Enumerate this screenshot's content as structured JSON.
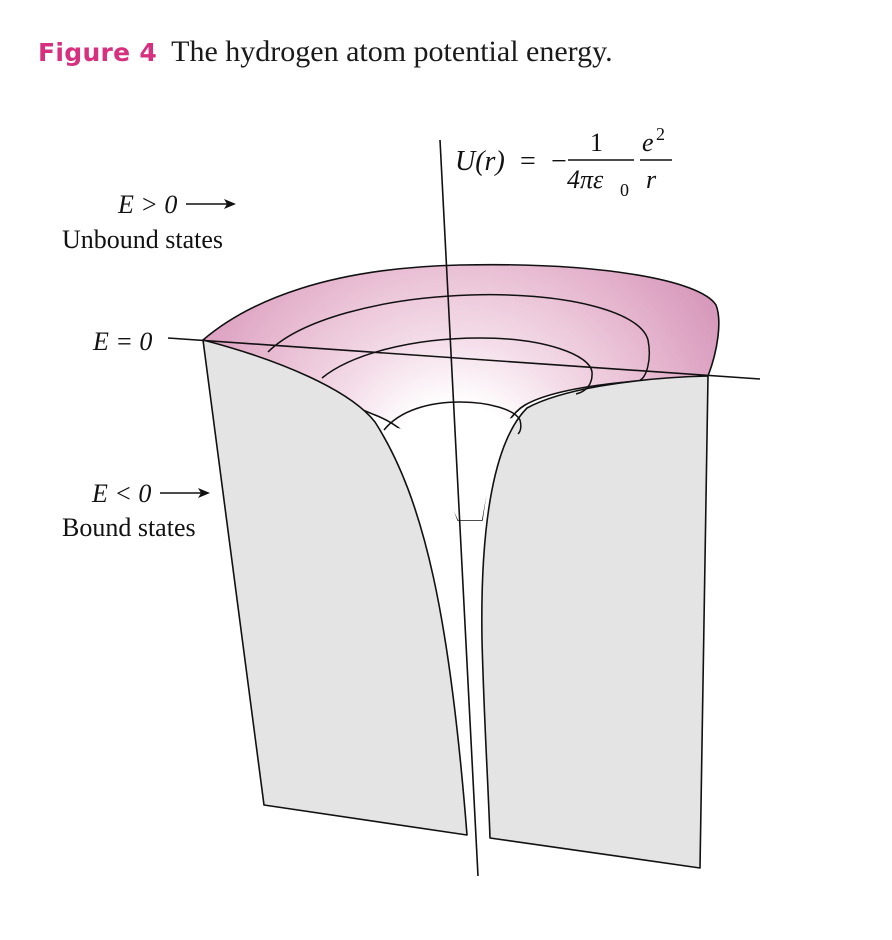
{
  "figure": {
    "number": "Figure 4",
    "title": "The hydrogen atom potential energy.",
    "accent_color": "#d6307f"
  },
  "formula": {
    "lhs": "U(r)",
    "equals": "=",
    "sign": "−",
    "frac1_num": "1",
    "frac1_den_main": "4πε",
    "frac1_den_sub": "0",
    "frac2_num_main": "e",
    "frac2_num_sup": "2",
    "frac2_den": "r"
  },
  "labels": {
    "unbound_energy": "E > 0",
    "unbound_states": "Unbound states",
    "zero_energy": "E = 0",
    "bound_energy": "E < 0",
    "bound_states": "Bound states"
  },
  "colors": {
    "surface_pink": "#d89abc",
    "surface_light": "#f3dbe7",
    "wall_gray": "#e4e4e4",
    "line": "#111111"
  }
}
